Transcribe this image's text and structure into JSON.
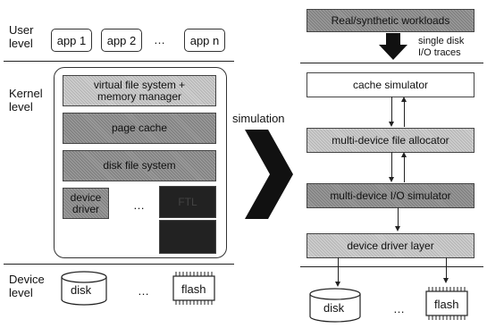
{
  "left": {
    "user_level": "User\nlevel",
    "kernel_level": "Kernel\nlevel",
    "device_level": "Device\nlevel",
    "apps": [
      "app 1",
      "app 2",
      "app n"
    ],
    "apps_ellipsis": "…",
    "vfs": "virtual file system +\nmemory manager",
    "page_cache": "page cache",
    "disk_fs": "disk file system",
    "device_driver": "device\ndriver",
    "driver_ellipsis": "…",
    "ftl": "FTL",
    "disk": "disk",
    "devices_ellipsis": "…",
    "flash": "flash"
  },
  "middle": {
    "simulation": "simulation"
  },
  "right": {
    "workloads": "Real/synthetic workloads",
    "traces": "single disk\nI/O traces",
    "cache_sim": "cache simulator",
    "allocator": "multi-device file allocator",
    "io_sim": "multi-device I/O simulator",
    "driver_layer": "device driver layer",
    "disk": "disk",
    "devices_ellipsis": "…",
    "flash": "flash"
  }
}
